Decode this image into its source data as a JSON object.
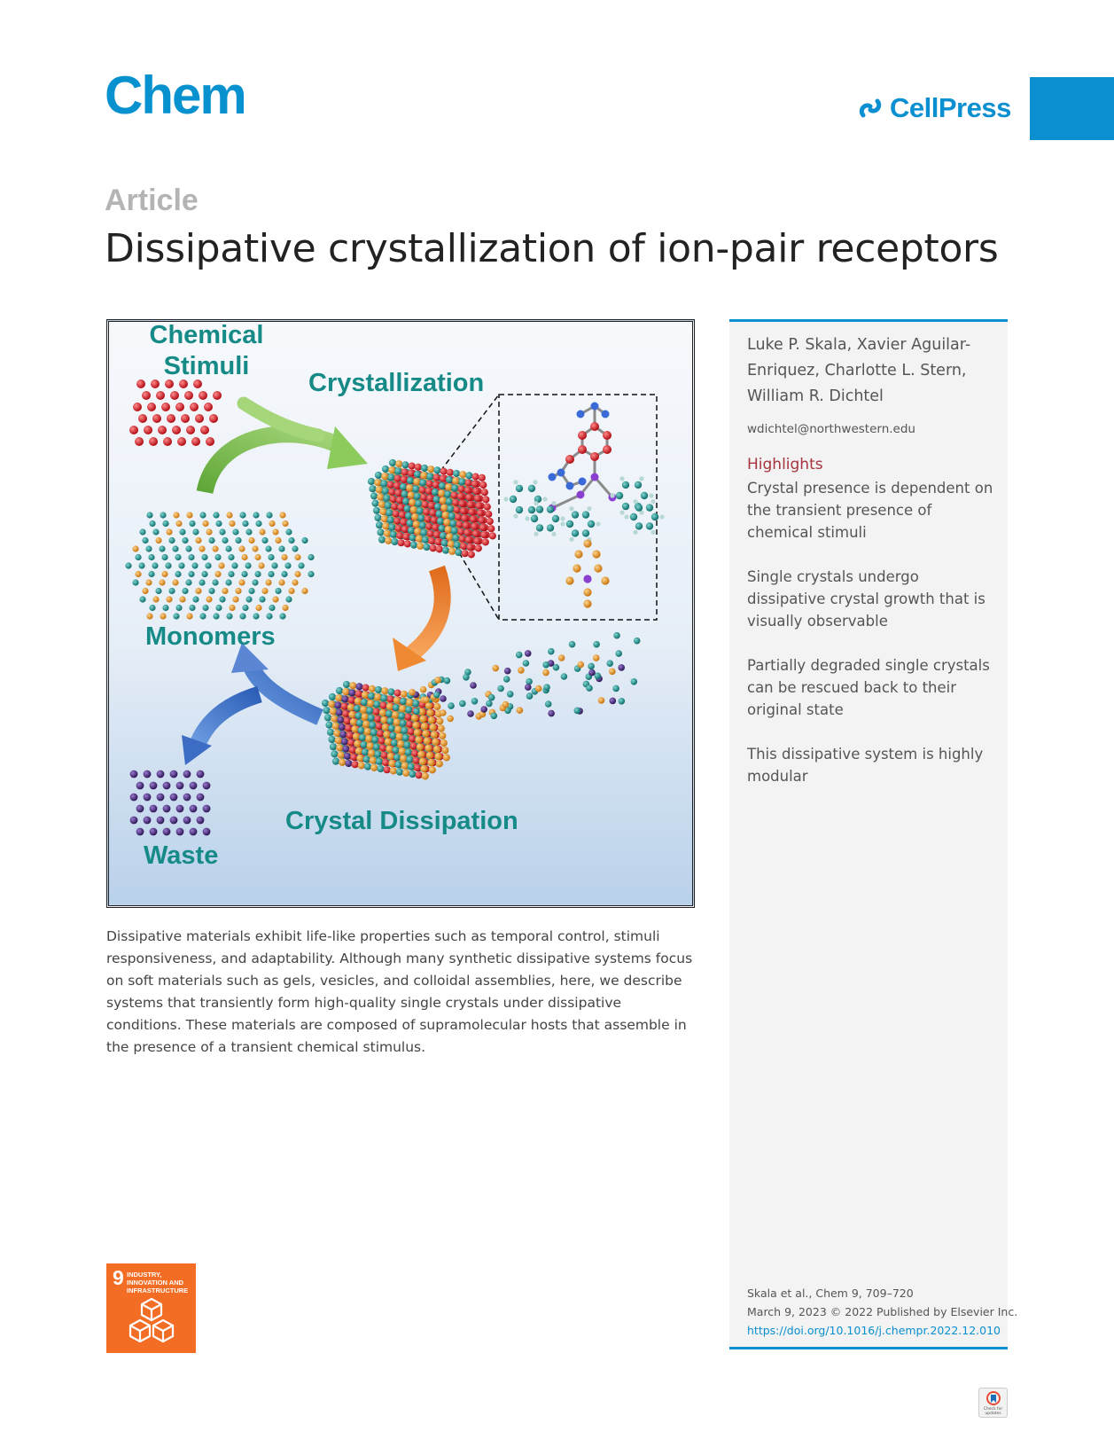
{
  "header": {
    "journal": "Chem",
    "publisher": "CellPress",
    "accent_color": "#0a8fd0"
  },
  "article": {
    "type": "Article",
    "title": "Dissipative crystallization of ion-pair receptors"
  },
  "graphical_abstract": {
    "labels": {
      "chemical_stimuli": "Chemical Stimuli",
      "crystallization": "Crystallization",
      "monomers": "Monomers",
      "crystal_dissipation": "Crystal Dissipation",
      "waste": "Waste"
    },
    "colors": {
      "label": "#168a87",
      "stimuli_sphere": "#d0161e",
      "teal_sphere": "#168a87",
      "orange_sphere": "#e89420",
      "purple_sphere": "#4a2a7a",
      "green_arrow": "#7cc04b",
      "orange_arrow": "#f08a32",
      "blue_arrow": "#4f7ed1"
    }
  },
  "abstract": "Dissipative materials exhibit life-like properties such as temporal control, stimuli responsiveness, and adaptability. Although many synthetic dissipative systems focus on soft materials such as gels, vesicles, and colloidal assemblies, here, we describe systems that transiently form high-quality single crystals under dissipative conditions. These materials are composed of supramolecular hosts that assemble in the presence of a transient chemical stimulus.",
  "sidebar": {
    "authors": "Luke P. Skala, Xavier Aguilar-Enriquez, Charlotte L. Stern, William R. Dichtel",
    "email": "wdichtel@northwestern.edu",
    "highlights_heading": "Highlights",
    "highlights": [
      "Crystal presence is dependent on the transient presence of chemical stimuli",
      "Single crystals undergo dissipative crystal growth that is visually observable",
      "Partially degraded single crystals can be rescued back to their original state",
      "This dissipative system is highly modular"
    ],
    "citation": {
      "ref": "Skala et al., Chem 9, 709–720",
      "date": "March 9, 2023 © 2022 Published by Elsevier Inc.",
      "doi": "https://doi.org/10.1016/j.chempr.2022.12.010"
    }
  },
  "sdg": {
    "number": "9",
    "label": "INDUSTRY, INNOVATION AND INFRASTRUCTURE",
    "color": "#f36d25"
  },
  "check_updates": "Check for updates"
}
